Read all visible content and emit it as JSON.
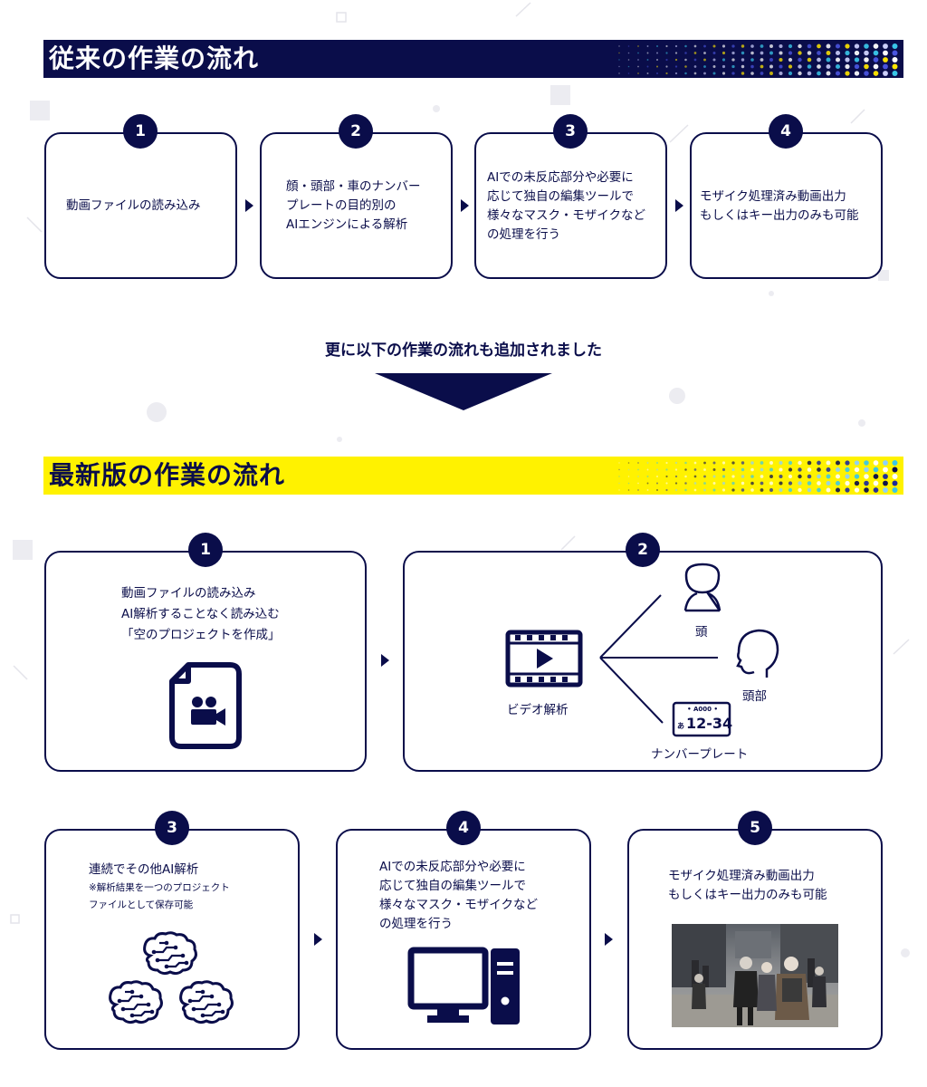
{
  "colors": {
    "navy": "#0a0d4a",
    "yellow": "#fff200",
    "white": "#ffffff"
  },
  "old_flow": {
    "title": "従来の作業の流れ",
    "steps": [
      {
        "num": "1",
        "lines": [
          "動画ファイルの読み込み"
        ]
      },
      {
        "num": "2",
        "lines": [
          "顔・頭部・車のナンバー",
          "プレートの目的別の",
          "AIエンジンによる解析"
        ]
      },
      {
        "num": "3",
        "lines": [
          "AIでの未反応部分や必要に",
          "応じて独自の編集ツールで",
          "様々なマスク・モザイクなど",
          "の処理を行う"
        ]
      },
      {
        "num": "4",
        "lines": [
          "モザイク処理済み動画出力",
          "もしくはキー出力のみも可能"
        ]
      }
    ]
  },
  "transition_text": "更に以下の作業の流れも追加されました",
  "new_flow": {
    "title": "最新版の作業の流れ",
    "step1": {
      "num": "1",
      "lines": [
        "動画ファイルの読み込み",
        "AI解析することなく読み込む",
        "「空のプロジェクトを作成」"
      ],
      "icon": "video-file-icon"
    },
    "step2": {
      "num": "2",
      "video_label": "ビデオ解析",
      "targets": [
        "頭",
        "頭部",
        "ナンバープレート"
      ],
      "plate_top": "• A000 •",
      "plate_kana": "あ",
      "plate_number": "12-34"
    },
    "step3": {
      "num": "3",
      "title": "連続でその他AI解析",
      "notes": [
        "※解析結果を一つのプロジェクト",
        "ファイルとして保存可能"
      ],
      "icon": "brain-icon"
    },
    "step4": {
      "num": "4",
      "lines": [
        "AIでの未反応部分や必要に",
        "応じて独自の編集ツールで",
        "様々なマスク・モザイクなど",
        "の処理を行う"
      ],
      "icon": "desktop-computer-icon"
    },
    "step5": {
      "num": "5",
      "lines": [
        "モザイク処理済み動画出力",
        "もしくはキー出力のみも可能"
      ],
      "icon": "street-photo"
    }
  }
}
